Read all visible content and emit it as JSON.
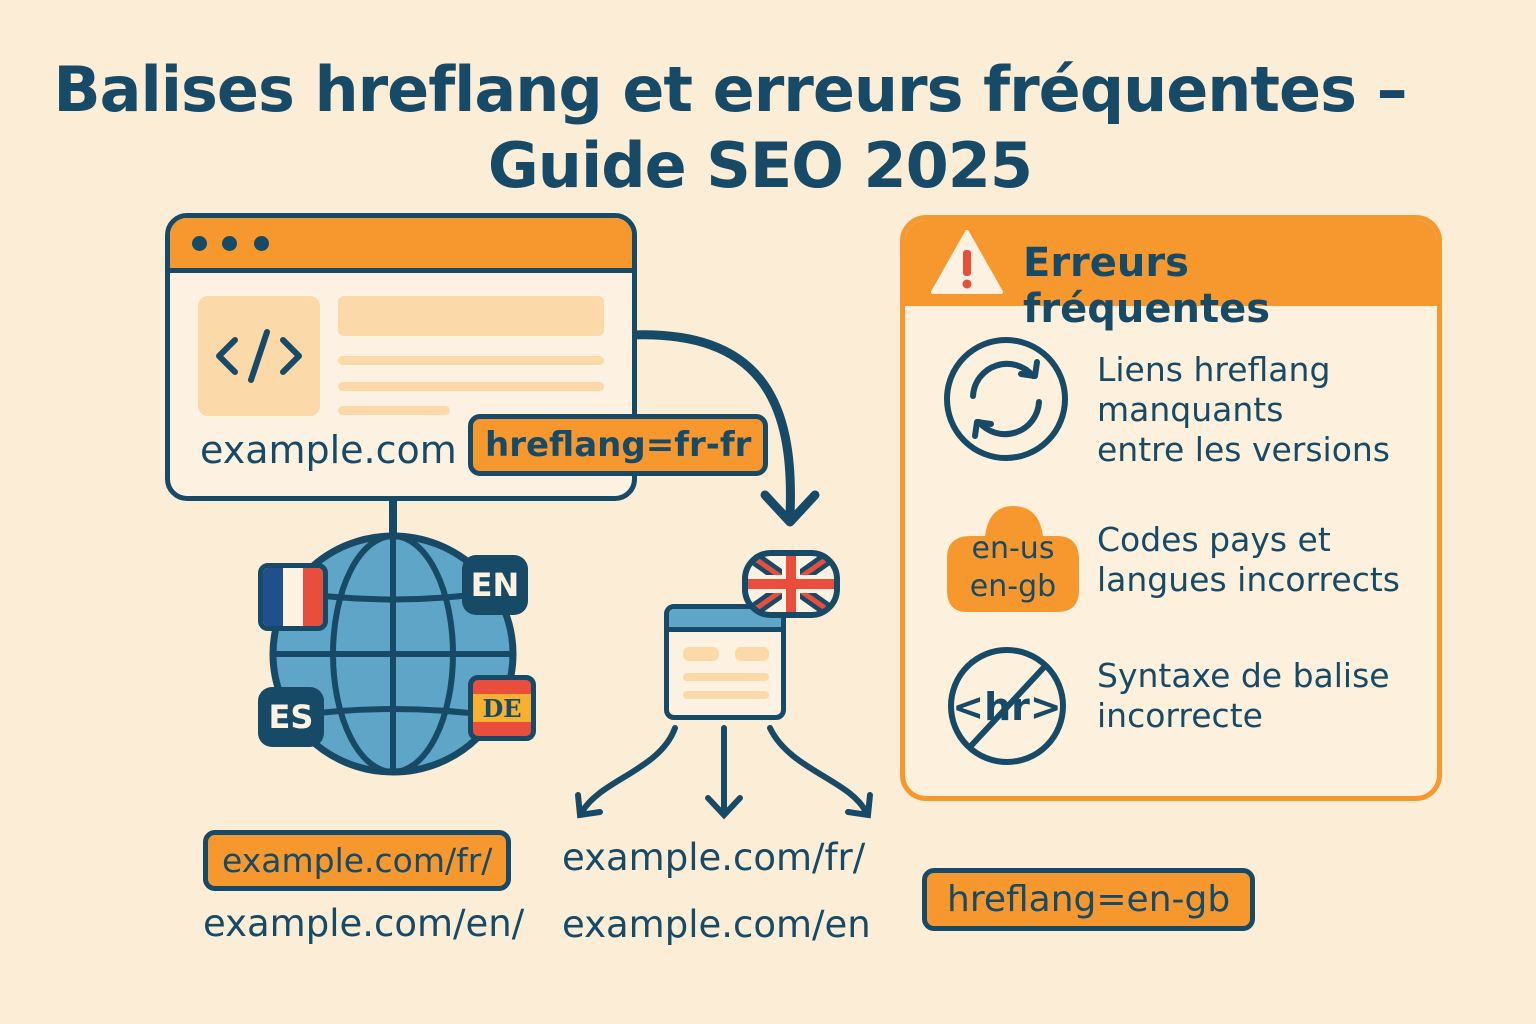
{
  "title": {
    "line1": "Balises hreflang et erreurs fréquentes –",
    "line2": "Guide SEO 2025"
  },
  "browser": {
    "code_icon": "code-brackets-icon",
    "domain": "example.com",
    "tag": "hreflang=fr-fr"
  },
  "globe": {
    "flags": [
      {
        "label": "",
        "icon": "france-flag-icon"
      },
      {
        "label": "EN"
      },
      {
        "label": "ES"
      },
      {
        "label": "DE"
      }
    ]
  },
  "uk_page": {
    "icon": "uk-flag-icon"
  },
  "urls": {
    "left_highlight": "example.com/fr/",
    "left_plain": "example.com/en/",
    "middle_1": "example.com/fr/",
    "middle_2": "example.com/en",
    "right_tag": "hreflang=en-gb"
  },
  "errors_panel": {
    "title": "Erreurs fréquentes",
    "icon": "warning-icon",
    "items": [
      {
        "icon": "refresh-icon",
        "lines": [
          "Liens hreflang",
          "manquants",
          "entre les versions"
        ]
      },
      {
        "icon": "cloud-icon",
        "badge": [
          "en-us",
          "en-gb"
        ],
        "lines": [
          "Codes pays et",
          "langues incorrects"
        ]
      },
      {
        "icon": "no-hr-tag-icon",
        "badge": [
          "<hr>"
        ],
        "lines": [
          "Syntaxe de balise",
          "incorrecte"
        ]
      }
    ]
  },
  "colors": {
    "background": "#fcedd7",
    "navy": "#174a66",
    "orange": "#f7982f",
    "light_orange": "#fcd9a8",
    "globe_blue": "#5fa5c8"
  }
}
